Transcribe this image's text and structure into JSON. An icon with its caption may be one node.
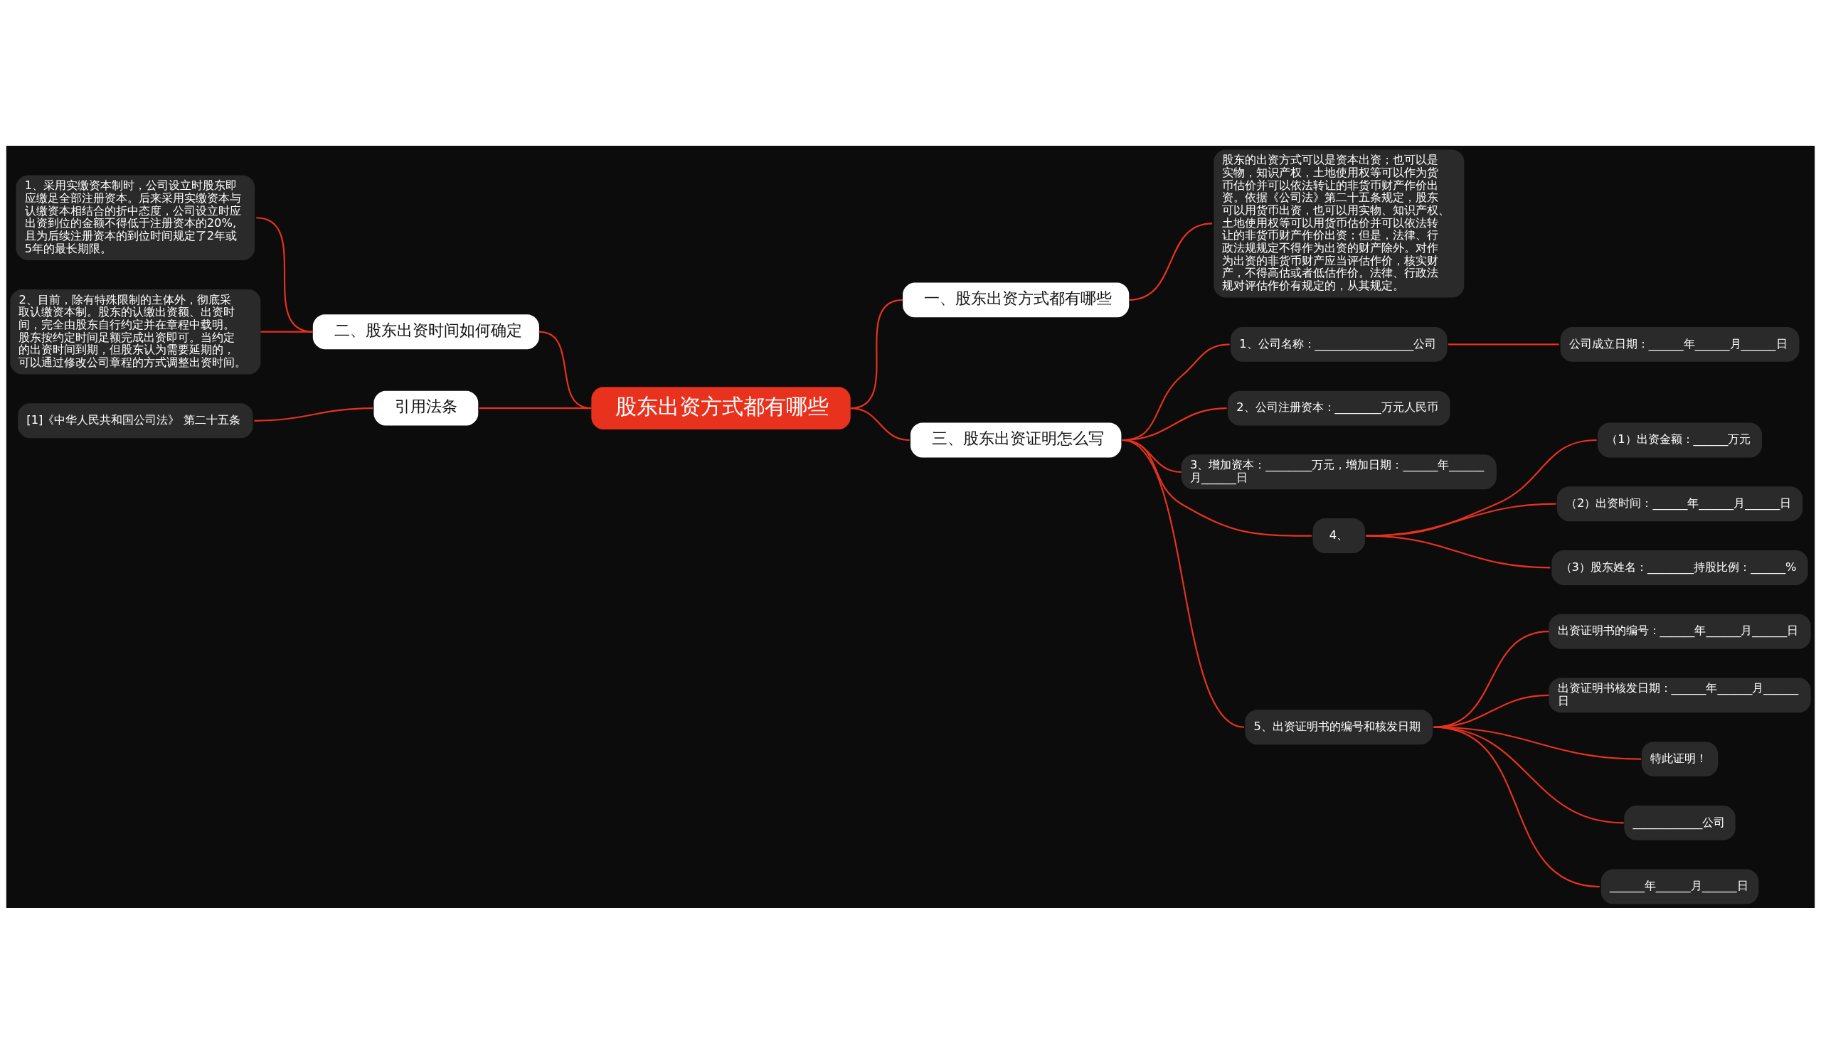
{
  "diagram": {
    "nodes": [
      {
        "text": [
          "股东出资方式都有哪些"
        ]
      },
      {
        "text": [
          "一、股东出资方式都有哪些"
        ]
      },
      {
        "text": [
          "股东的出资方式可以是资本出资；也可以是实物，知识产权，土地使用权等可以作为货币估价并可以依法转让的非货币财产作价出资。依据《公司法》第二十五条规定，股东可以用货币出资，也可以用实物、知识产权、土地使用权等可以用货币估价并可以依法转让的非货币财产作价出资；但是，法律、行政法规规定不得作为出资的财产除外。对作为出资的非货币财产应当评估作价，核实财产，不得高估或者低估作价。法律、行政法规对评估作价有规定的，从其规定。"
        ]
      },
      {
        "text": [
          "二、股东出资时间如何确定"
        ]
      },
      {
        "text": [
          "1、采用实缴资本制时，公司设立时股东即应缴足全部注册资本。后来采用实缴资本与认缴资本相结合的折中态度，公司设立时应出资到位的金额不得低于注册资本的20%,且为后续注册资本的到位时间规定了2年或5年的最长期限。"
        ]
      },
      {
        "text": [
          "2、目前，除有特殊限制的主体外，彻底采取认缴资本制。股东的认缴出资额、出资时间，完全由股东自行约定并在章程中载明。股东按约定时间足额完成出资即可。当约定的出资时间到期，但股东认为需要延期的，可以通过修改公司章程的方式调整出资时间。"
        ]
      },
      {
        "text": [
          "引用法条"
        ]
      },
      {
        "text": [
          "[1]《中华人民共和国公司法》 第二十五条"
        ]
      },
      {
        "text": [
          "三、股东出资证明怎么写"
        ]
      },
      {
        "text": [
          "1、公司名称：_________________公司"
        ]
      },
      {
        "text": [
          "公司成立日期：______年______月______日"
        ]
      },
      {
        "text": [
          "2、公司注册资本：________万元人民币"
        ]
      },
      {
        "text": [
          "3、增加资本：________万元，增加日期：______年______月______日"
        ]
      },
      {
        "text": [
          "4、"
        ]
      },
      {
        "text": [
          "（1）出资金额：______万元"
        ]
      },
      {
        "text": [
          "（2）出资时间：______年______月______日"
        ]
      },
      {
        "text": [
          "（3）股东姓名：________持股比例：______%"
        ]
      },
      {
        "text": [
          "5、出资证明书的编号和核发日期"
        ]
      },
      {
        "text": [
          "出资证明书的编号：______年______月______日"
        ]
      },
      {
        "text": [
          "出资证明书核发日期：______年______月______日"
        ]
      },
      {
        "text": [
          "特此证明！"
        ]
      },
      {
        "text": [
          "____________公司"
        ]
      },
      {
        "text": [
          "______年______月______日"
        ]
      }
    ],
    "edges": [
      {
        "from": 0,
        "to": 1,
        "arrow": "none"
      },
      {
        "from": 1,
        "to": 2,
        "arrow": "none"
      },
      {
        "from": 0,
        "to": 3,
        "arrow": "none"
      },
      {
        "from": 3,
        "to": 4,
        "arrow": "none"
      },
      {
        "from": 3,
        "to": 5,
        "arrow": "none"
      },
      {
        "from": 0,
        "to": 6,
        "arrow": "none"
      },
      {
        "from": 6,
        "to": 7,
        "arrow": "none"
      },
      {
        "from": 0,
        "to": 8,
        "arrow": "none"
      },
      {
        "from": 8,
        "to": 9,
        "arrow": "none"
      },
      {
        "from": 9,
        "to": 10,
        "arrow": "none"
      },
      {
        "from": 8,
        "to": 11,
        "arrow": "none"
      },
      {
        "from": 8,
        "to": 12,
        "arrow": "none"
      },
      {
        "from": 8,
        "to": 13,
        "arrow": "none"
      },
      {
        "from": 13,
        "to": 14,
        "arrow": "none"
      },
      {
        "from": 13,
        "to": 15,
        "arrow": "none"
      },
      {
        "from": 13,
        "to": 16,
        "arrow": "none"
      },
      {
        "from": 8,
        "to": 17,
        "arrow": "none"
      },
      {
        "from": 17,
        "to": 18,
        "arrow": "none"
      },
      {
        "from": 17,
        "to": 19,
        "arrow": "none"
      },
      {
        "from": 17,
        "to": 20,
        "arrow": "none"
      },
      {
        "from": 17,
        "to": 21,
        "arrow": "none"
      },
      {
        "from": 17,
        "to": 22,
        "arrow": "none"
      }
    ]
  }
}
